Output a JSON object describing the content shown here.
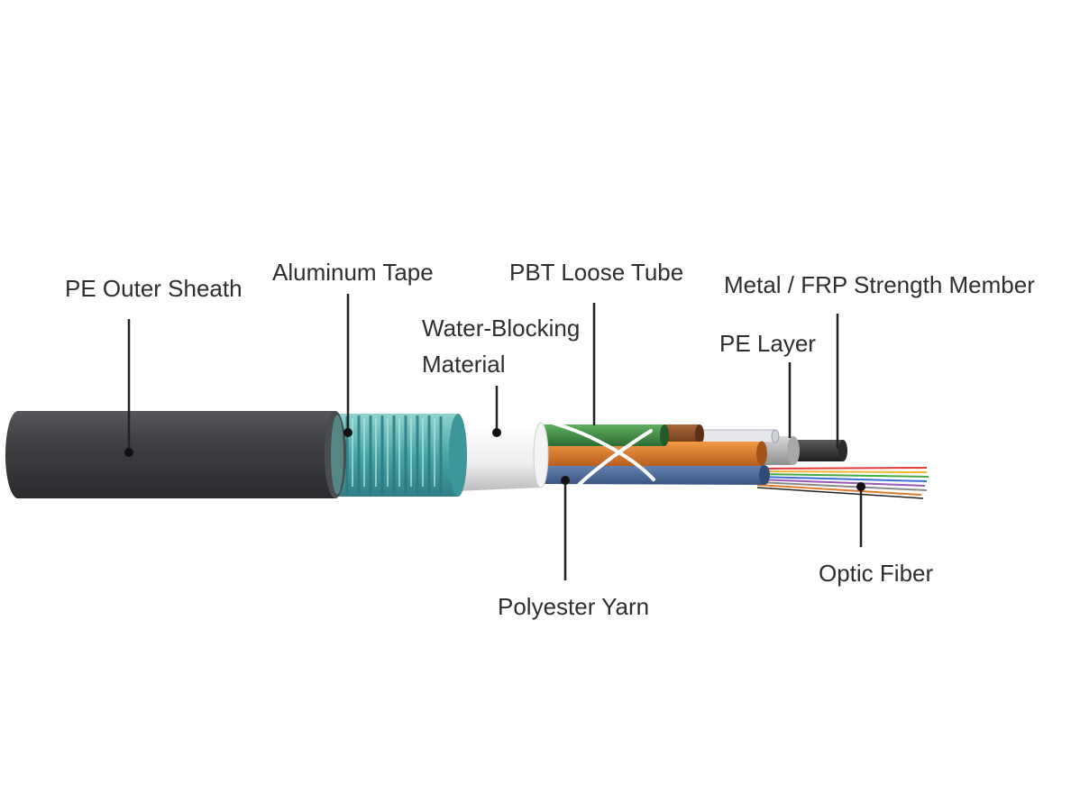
{
  "labels": {
    "pe_outer_sheath": "PE Outer Sheath",
    "aluminum_tape": "Aluminum Tape",
    "water_blocking_line1": "Water-Blocking",
    "water_blocking_line2": "Material",
    "pbt_loose_tube": "PBT Loose Tube",
    "strength_member": "Metal / FRP Strength Member",
    "pe_layer": "PE Layer",
    "optic_fiber": "Optic Fiber",
    "polyester_yarn": "Polyester Yarn"
  },
  "colors": {
    "sheath": "#3c3d3f",
    "aluminum_tape": "#5fb7b5",
    "water_blocking": "#eeeeee",
    "tube_green": "#3d8c45",
    "tube_orange": "#d9762d",
    "tube_blue": "#4a6a9a",
    "tube_brown": "#8a4f23",
    "pe_layer": "#b8b8b8",
    "strength_core": "#3a3a3a",
    "leader_line": "#222222"
  }
}
